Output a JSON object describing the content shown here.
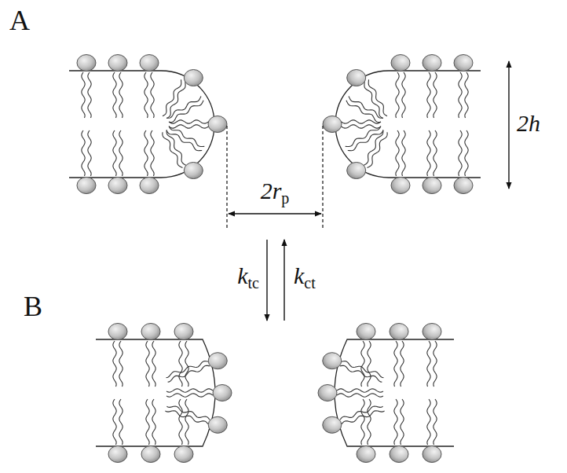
{
  "diagram": {
    "labels": [
      "A",
      "2r",
      "p",
      "2h",
      "k",
      "tc",
      "k",
      "ct",
      "B"
    ]
  }
}
